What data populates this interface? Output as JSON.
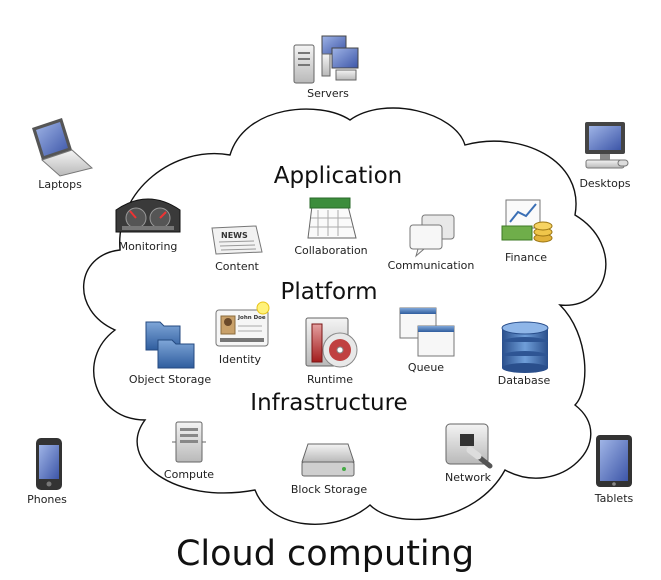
{
  "title": "Cloud computing",
  "layers": {
    "application": "Application",
    "platform": "Platform",
    "infrastructure": "Infrastructure"
  },
  "devices": {
    "servers": "Servers",
    "laptops": "Laptops",
    "desktops": "Desktops",
    "phones": "Phones",
    "tablets": "Tablets"
  },
  "application": {
    "monitoring": "Monitoring",
    "content": "Content",
    "collaboration": "Collaboration",
    "communication": "Communication",
    "finance": "Finance"
  },
  "platform": {
    "object_storage": "Object Storage",
    "identity": "Identity",
    "runtime": "Runtime",
    "queue": "Queue",
    "database": "Database"
  },
  "infrastructure": {
    "compute": "Compute",
    "block_storage": "Block Storage",
    "network": "Network"
  },
  "icon_text": {
    "news": "NEWS",
    "id_name": "John Doe"
  }
}
